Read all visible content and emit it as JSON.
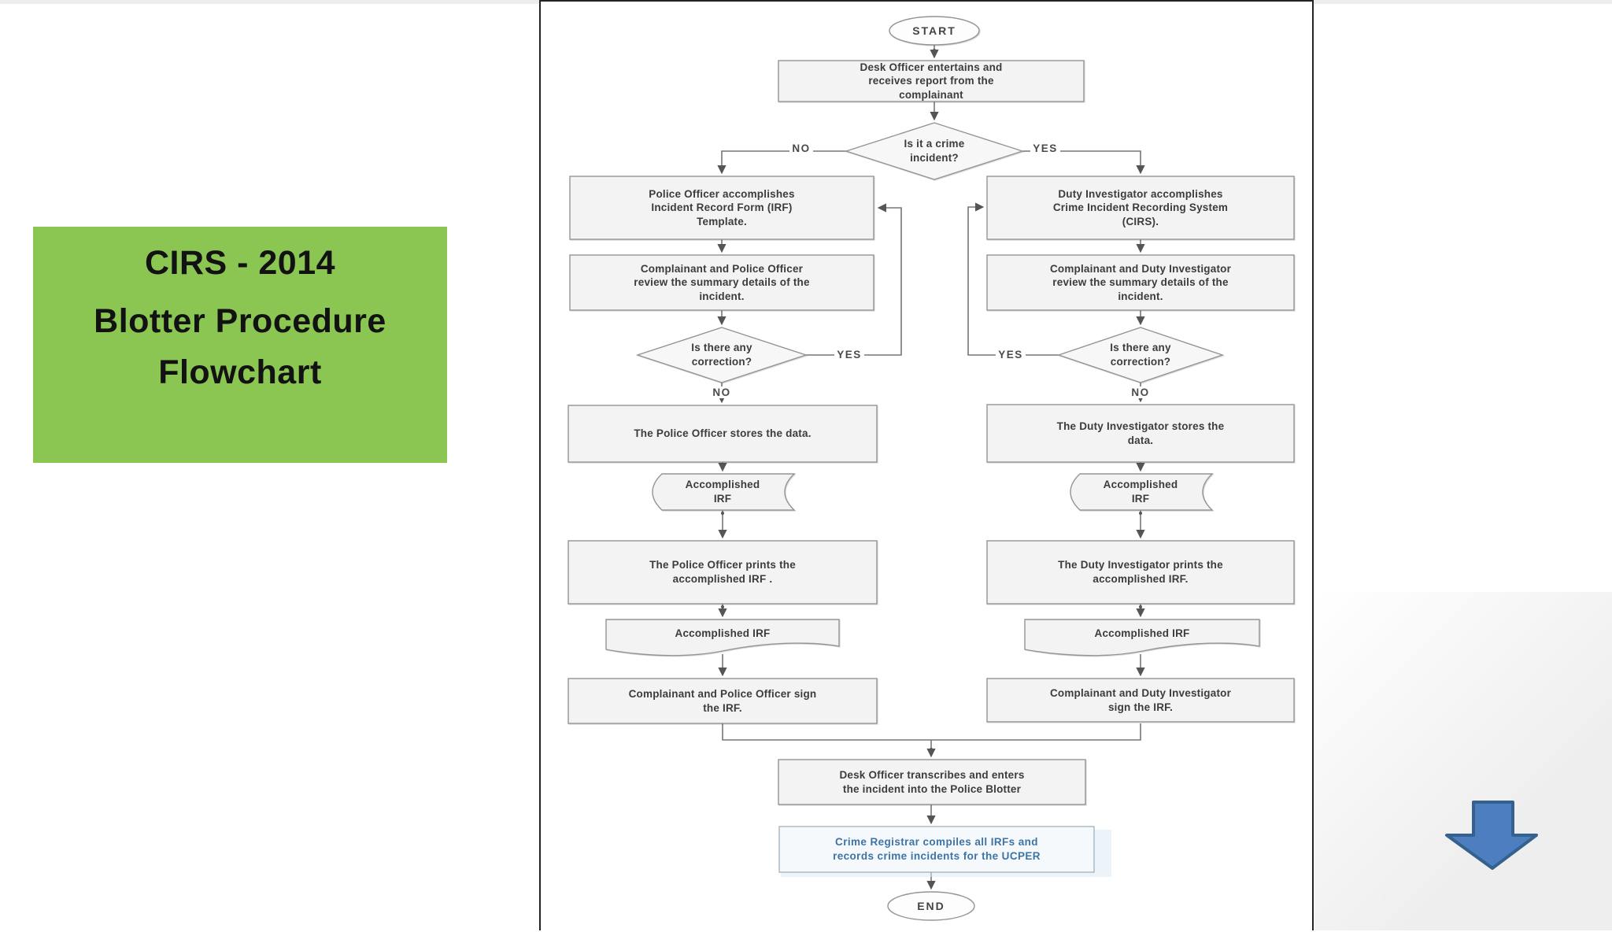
{
  "slide": {
    "title_panel": {
      "line1": "CIRS - 2014",
      "line2": "Blotter Procedure\nFlowchart",
      "bg_color": "#8cc652"
    },
    "decoration": {
      "down_arrow_color": "#4d7ebf"
    }
  },
  "flowchart": {
    "start_label": "START",
    "end_label": "END",
    "entertain": "Desk Officer entertains and\nreceives report from the\ncomplainant",
    "crime_decision": "Is it a crime\nincident?",
    "no_label": "NO",
    "yes_label": "YES",
    "correction_decision": "Is there any\ncorrection?",
    "left": {
      "accomplish": "Police Officer accomplishes\nIncident Record Form (IRF)\nTemplate.",
      "review": "Complainant and Police Officer\nreview the summary details of the\nincident.",
      "stores": "The Police Officer stores the data.",
      "stored_irf": "Accomplished\nIRF",
      "prints": "The Police Officer prints the\naccomplished IRF .",
      "printed_irf": "Accomplished IRF",
      "sign": "Complainant and Police Officer sign\nthe IRF."
    },
    "right": {
      "accomplish": "Duty Investigator accomplishes\nCrime Incident Recording System\n(CIRS).",
      "review": "Complainant and Duty Investigator\nreview the summary details of the\nincident.",
      "stores": "The Duty Investigator stores the\ndata.",
      "stored_irf": "Accomplished\nIRF",
      "prints": "The Duty Investigator prints the\naccomplished IRF.",
      "printed_irf": "Accomplished IRF",
      "sign": "Complainant and Duty Investigator\nsign the IRF."
    },
    "transcribe": "Desk Officer transcribes and enters\nthe incident into the Police Blotter",
    "registrar": "Crime Registrar compiles all IRFs and\nrecords crime incidents for the UCPER",
    "registrar_text_color": "#3d74a6",
    "line_color": "#767676",
    "box_fill": "#f3f3f3"
  }
}
